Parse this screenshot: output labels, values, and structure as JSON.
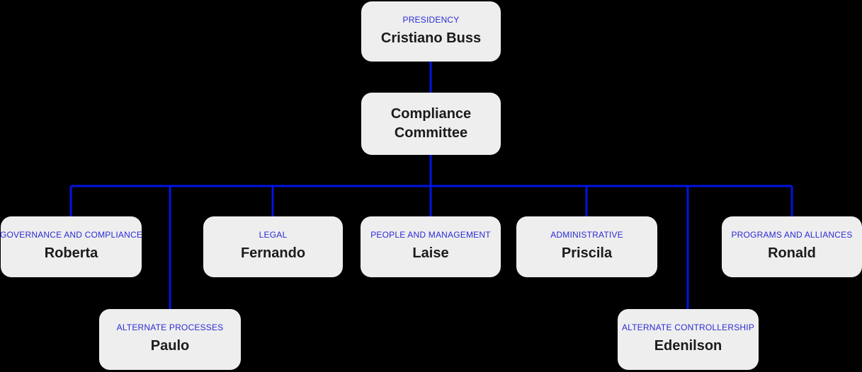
{
  "colors": {
    "background": "#000000",
    "node-bg": "#eeeeee",
    "line": "#0015e0",
    "label": "#2b2bd5",
    "name": "#1b1b1b"
  },
  "nodes": {
    "presidency": {
      "label": "PRESIDENCY",
      "name": "Cristiano Buss"
    },
    "committee": {
      "name": "Compliance Committee"
    },
    "governance": {
      "label": "GOVERNANCE AND COMPLIANCE",
      "name": "Roberta"
    },
    "legal": {
      "label": "LEGAL",
      "name": "Fernando"
    },
    "people": {
      "label": "PEOPLE AND MANAGEMENT",
      "name": "Laise"
    },
    "administrative": {
      "label": "ADMINISTRATIVE",
      "name": "Priscila"
    },
    "programs": {
      "label": "PROGRAMS AND ALLIANCES",
      "name": "Ronald"
    },
    "alt_processes": {
      "label": "ALTERNATE PROCESSES",
      "name": "Paulo"
    },
    "alt_controllership": {
      "label": "ALTERNATE CONTROLLERSHIP",
      "name": "Edenilson"
    }
  }
}
